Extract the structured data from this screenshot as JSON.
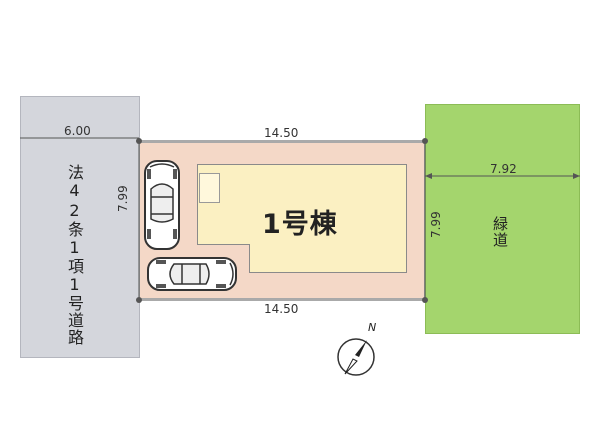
{
  "road": {
    "label": "法42条1項1号道路",
    "width": "6.00"
  },
  "lot": {
    "top_width": "14.50",
    "bottom_width": "14.50",
    "left_depth": "7.99",
    "right_depth": "7.99"
  },
  "building": {
    "label": "1号棟"
  },
  "green_path": {
    "label": "緑道",
    "width": "7.92"
  },
  "compass": {
    "label": "N"
  },
  "colors": {
    "road": "#d4d6dc",
    "lot": "#f4d8c7",
    "building": "#fbf0c2",
    "green": "#a4d56d"
  }
}
